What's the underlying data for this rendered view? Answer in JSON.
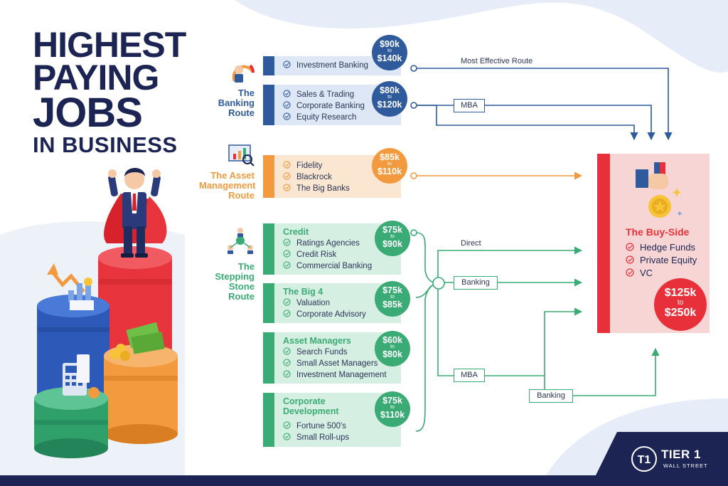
{
  "title": {
    "line1": "HIGHEST",
    "line2": "PAYING",
    "line3": "JOBS",
    "line4": "IN BUSINESS"
  },
  "colors": {
    "navy": "#1b2452",
    "blue": "#2f5a9c",
    "orange": "#f39a3f",
    "green": "#3aab74",
    "red": "#e8303a"
  },
  "routes": {
    "banking": {
      "label_line1": "The",
      "label_line2": "Banking",
      "label_line3": "Route"
    },
    "asset": {
      "label_line1": "The Asset",
      "label_line2": "Management",
      "label_line3": "Route"
    },
    "stepping": {
      "label_line1": "The",
      "label_line2": "Stepping",
      "label_line3": "Stone",
      "label_line4": "Route"
    }
  },
  "cards": {
    "ib": {
      "items": [
        "Investment Banking"
      ],
      "badge": {
        "low": "$90k",
        "to": "to",
        "high": "$140k"
      }
    },
    "st": {
      "items": [
        "Sales & Trading",
        "Corporate Banking",
        "Equity Research"
      ],
      "badge": {
        "low": "$80k",
        "to": "to",
        "high": "$120k"
      }
    },
    "am": {
      "items": [
        "Fidelity",
        "Blackrock",
        "The Big Banks"
      ],
      "badge": {
        "low": "$85k",
        "to": "to",
        "high": "$110k"
      }
    },
    "credit": {
      "heading": "Credit",
      "items": [
        "Ratings Agencies",
        "Credit Risk",
        "Commercial Banking"
      ],
      "badge": {
        "low": "$75k",
        "to": "to",
        "high": "$90k"
      }
    },
    "big4": {
      "heading": "The Big 4",
      "items": [
        "Valuation",
        "Corporate Advisory"
      ],
      "badge": {
        "low": "$75k",
        "to": "to",
        "high": "$85k"
      }
    },
    "assetmgr": {
      "heading": "Asset Managers",
      "items": [
        "Search Funds",
        "Small Asset Managers",
        "Investment Management"
      ],
      "badge": {
        "low": "$60k",
        "to": "to",
        "high": "$80k"
      }
    },
    "corpdev": {
      "heading_line1": "Corporate",
      "heading_line2": "Development",
      "items": [
        "Fortune 500's",
        "Small Roll-ups"
      ],
      "badge": {
        "low": "$75k",
        "to": "to",
        "high": "$110k"
      }
    }
  },
  "flows": {
    "most_effective": "Most Effective Route",
    "mba_top": "MBA",
    "direct": "Direct",
    "banking_mid": "Banking",
    "mba_bottom": "MBA",
    "banking_bottom": "Banking"
  },
  "buyside": {
    "title": "The Buy-Side",
    "items": [
      "Hedge Funds",
      "Private Equity",
      "VC"
    ],
    "badge": {
      "low": "$125k",
      "to": "to",
      "high": "$250k"
    }
  },
  "logo": {
    "name": "TIER 1",
    "sub": "WALL STREET",
    "mark": "T1"
  }
}
